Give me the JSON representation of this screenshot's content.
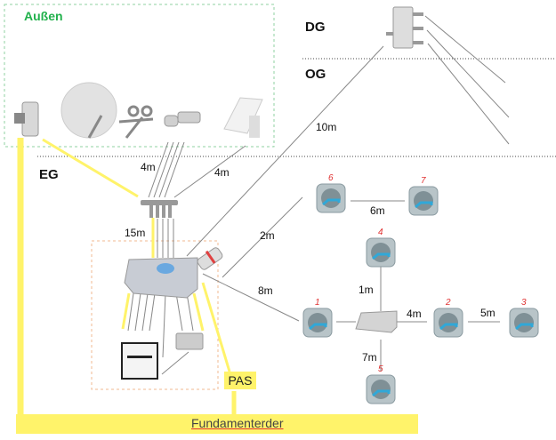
{
  "zones": {
    "outdoor_label": "Außen",
    "floors": [
      "DG",
      "OG",
      "EG"
    ]
  },
  "cable_lengths": {
    "lnb_to_grounding_block": "4m",
    "antenna_to_grounding_block": "4m",
    "grounding_block_to_multiswitch": "15m",
    "multiswitch_to_dg_splitter": "10m",
    "multiswitch_to_socket_6": "2m",
    "socket_6_to_socket_7": "6m",
    "multiswitch_to_socket_1": "8m",
    "splitter_to_socket_4": "1m",
    "splitter_to_socket_2": "4m",
    "socket_2_to_socket_3": "5m",
    "splitter_to_socket_5": "7m"
  },
  "sockets": [
    "1",
    "2",
    "3",
    "4",
    "5",
    "6",
    "7"
  ],
  "grounding": {
    "pas_label": "PAS",
    "earth_label": "Fundamenterder"
  },
  "colors": {
    "outdoor_accent": "#22b14c",
    "ground_wire": "#fff36a",
    "socket_number": "#e03030",
    "cable": "#888888"
  }
}
